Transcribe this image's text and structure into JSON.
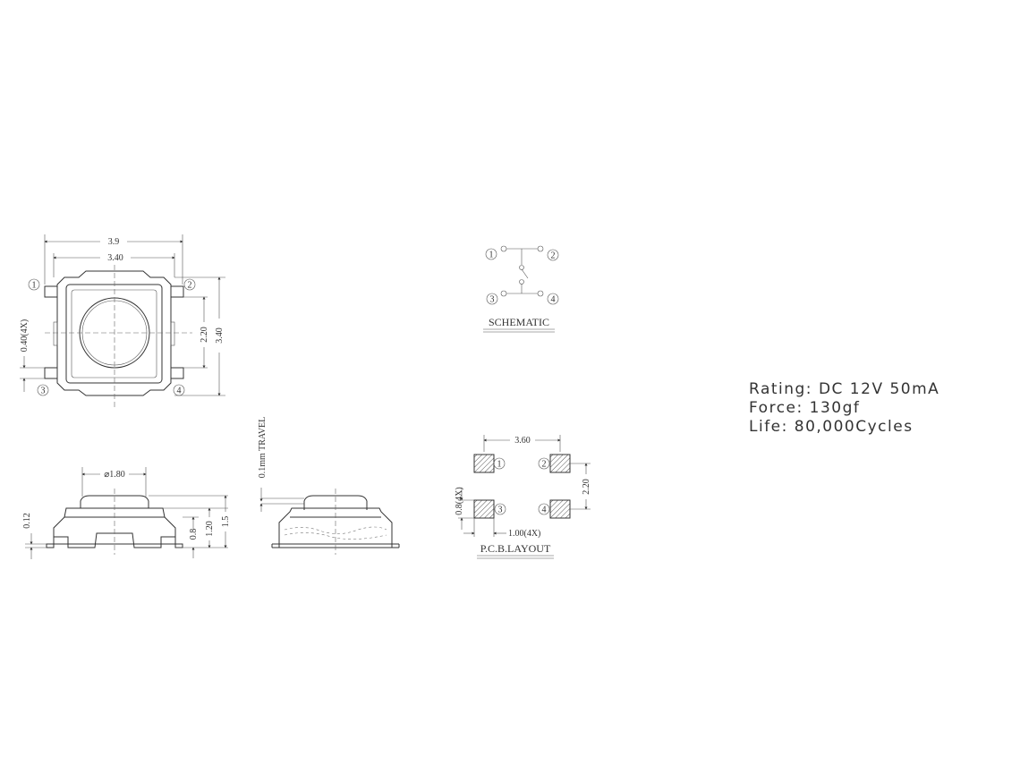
{
  "top_view": {
    "dims": {
      "width_outer": "3.9",
      "width_body": "3.40",
      "height_body": "3.40",
      "inner": "2.20",
      "pin_width": "0.40(4X)"
    },
    "pins": [
      "1",
      "2",
      "3",
      "4"
    ]
  },
  "side_view": {
    "dims": {
      "button_dia": "⌀1.80",
      "base": "0.12",
      "h1": "0.8",
      "h2": "1.20",
      "h3": "1.5"
    }
  },
  "travel_view": {
    "label": "0.1mm TRAVEL"
  },
  "schematic": {
    "title": "SCHEMATIC",
    "pins": [
      "1",
      "2",
      "3",
      "4"
    ]
  },
  "pcb_layout": {
    "title": "P.C.B.LAYOUT",
    "dims": {
      "spacing_x": "3.60",
      "spacing_y": "2.20",
      "pad_h": "0.8(4X)",
      "pad_w": "1.00(4X)"
    },
    "pins": [
      "1",
      "2",
      "3",
      "4"
    ]
  },
  "specs": {
    "rating": "Rating: DC 12V 50mA",
    "force": "Force: 130gf",
    "life": "Life: 80,000Cycles"
  }
}
